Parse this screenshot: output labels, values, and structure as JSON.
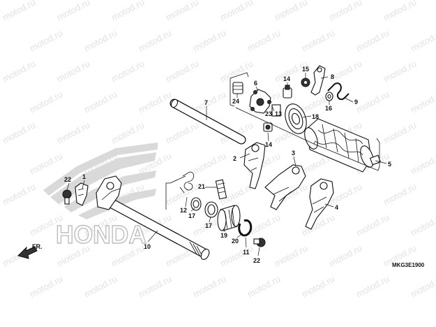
{
  "watermark": "motod.ru",
  "brand": "HONDA",
  "direction_label": "FR.",
  "drawing_code": "MKG3E1900",
  "callouts": {
    "c1": "1",
    "c2": "2",
    "c3": "3",
    "c4": "4",
    "c5": "5",
    "c6": "6",
    "c7": "7",
    "c8": "8",
    "c9": "9",
    "c10": "10",
    "c11": "11",
    "c12": "12",
    "c13": "13",
    "c14a": "14",
    "c14b": "14",
    "c15": "15",
    "c16": "16",
    "c17a": "17",
    "c17b": "17",
    "c18": "18",
    "c19": "19",
    "c20": "20",
    "c21": "21",
    "c22a": "22",
    "c22b": "22",
    "c23": "23",
    "c24": "24"
  },
  "colors": {
    "line": "#111111",
    "watermark": "#e2e2e2",
    "brand_fill": "#d4d4d4"
  }
}
